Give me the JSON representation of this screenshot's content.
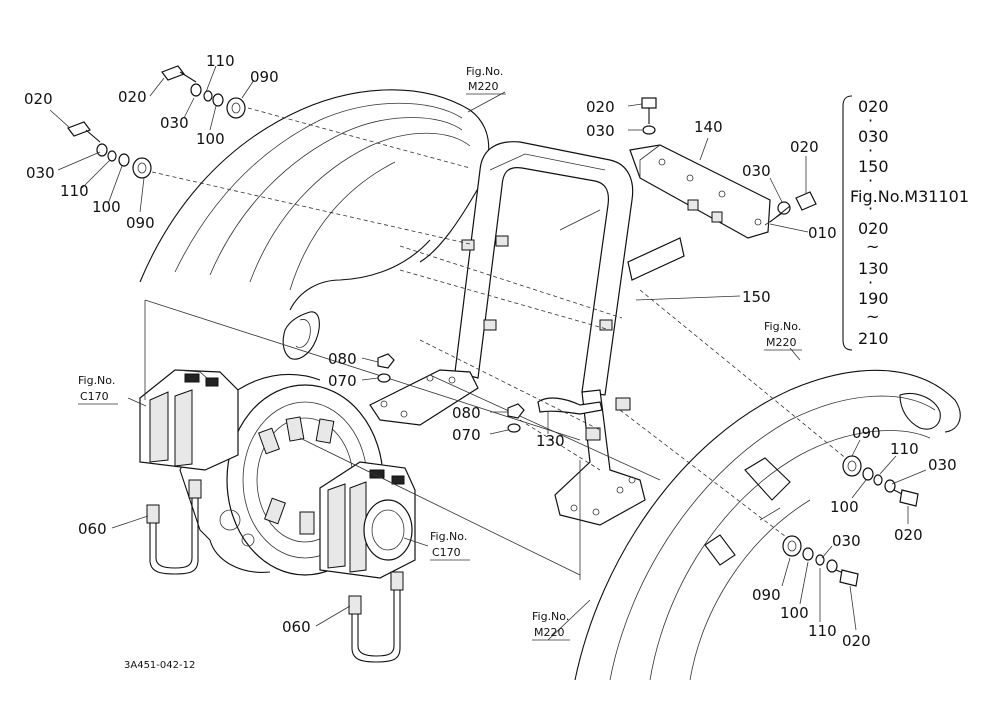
{
  "callouts": {
    "c020_a": "020",
    "c020_b": "020",
    "c110_a": "110",
    "c090_a": "090",
    "c030_a": "030",
    "c100_a": "100",
    "c030_b": "030",
    "c110_b": "110",
    "c100_b": "100",
    "c090_b": "090",
    "c020_c": "020",
    "c030_c": "030",
    "c140": "140",
    "c020_d": "020",
    "c030_d": "030",
    "c010": "010",
    "c150": "150",
    "c080_a": "080",
    "c070_a": "070",
    "c080_b": "080",
    "c070_b": "070",
    "c130": "130",
    "c090_c": "090",
    "c110_c": "110",
    "c030_e": "030",
    "c100_c": "100",
    "c020_e": "020",
    "c030_f": "030",
    "c090_d": "090",
    "c100_d": "100",
    "c110_d": "110",
    "c020_f": "020",
    "c060_a": "060",
    "c060_b": "060"
  },
  "figure_refs": {
    "m220_top": [
      "Fig.No.",
      "M220"
    ],
    "m220_right": [
      "Fig.No.",
      "M220"
    ],
    "m220_bottom": [
      "Fig.No.",
      "M220"
    ],
    "c170_left": [
      "Fig.No.",
      "C170"
    ],
    "c170_center": [
      "Fig.No.",
      "C170"
    ]
  },
  "kit_list": {
    "items": [
      "020",
      "030",
      "150",
      "Fig.No.M31101",
      "020",
      "130",
      "190",
      "210"
    ],
    "sep_dot": "·",
    "sep_tilde": "~"
  },
  "diagram_code": "3A451-042-12"
}
